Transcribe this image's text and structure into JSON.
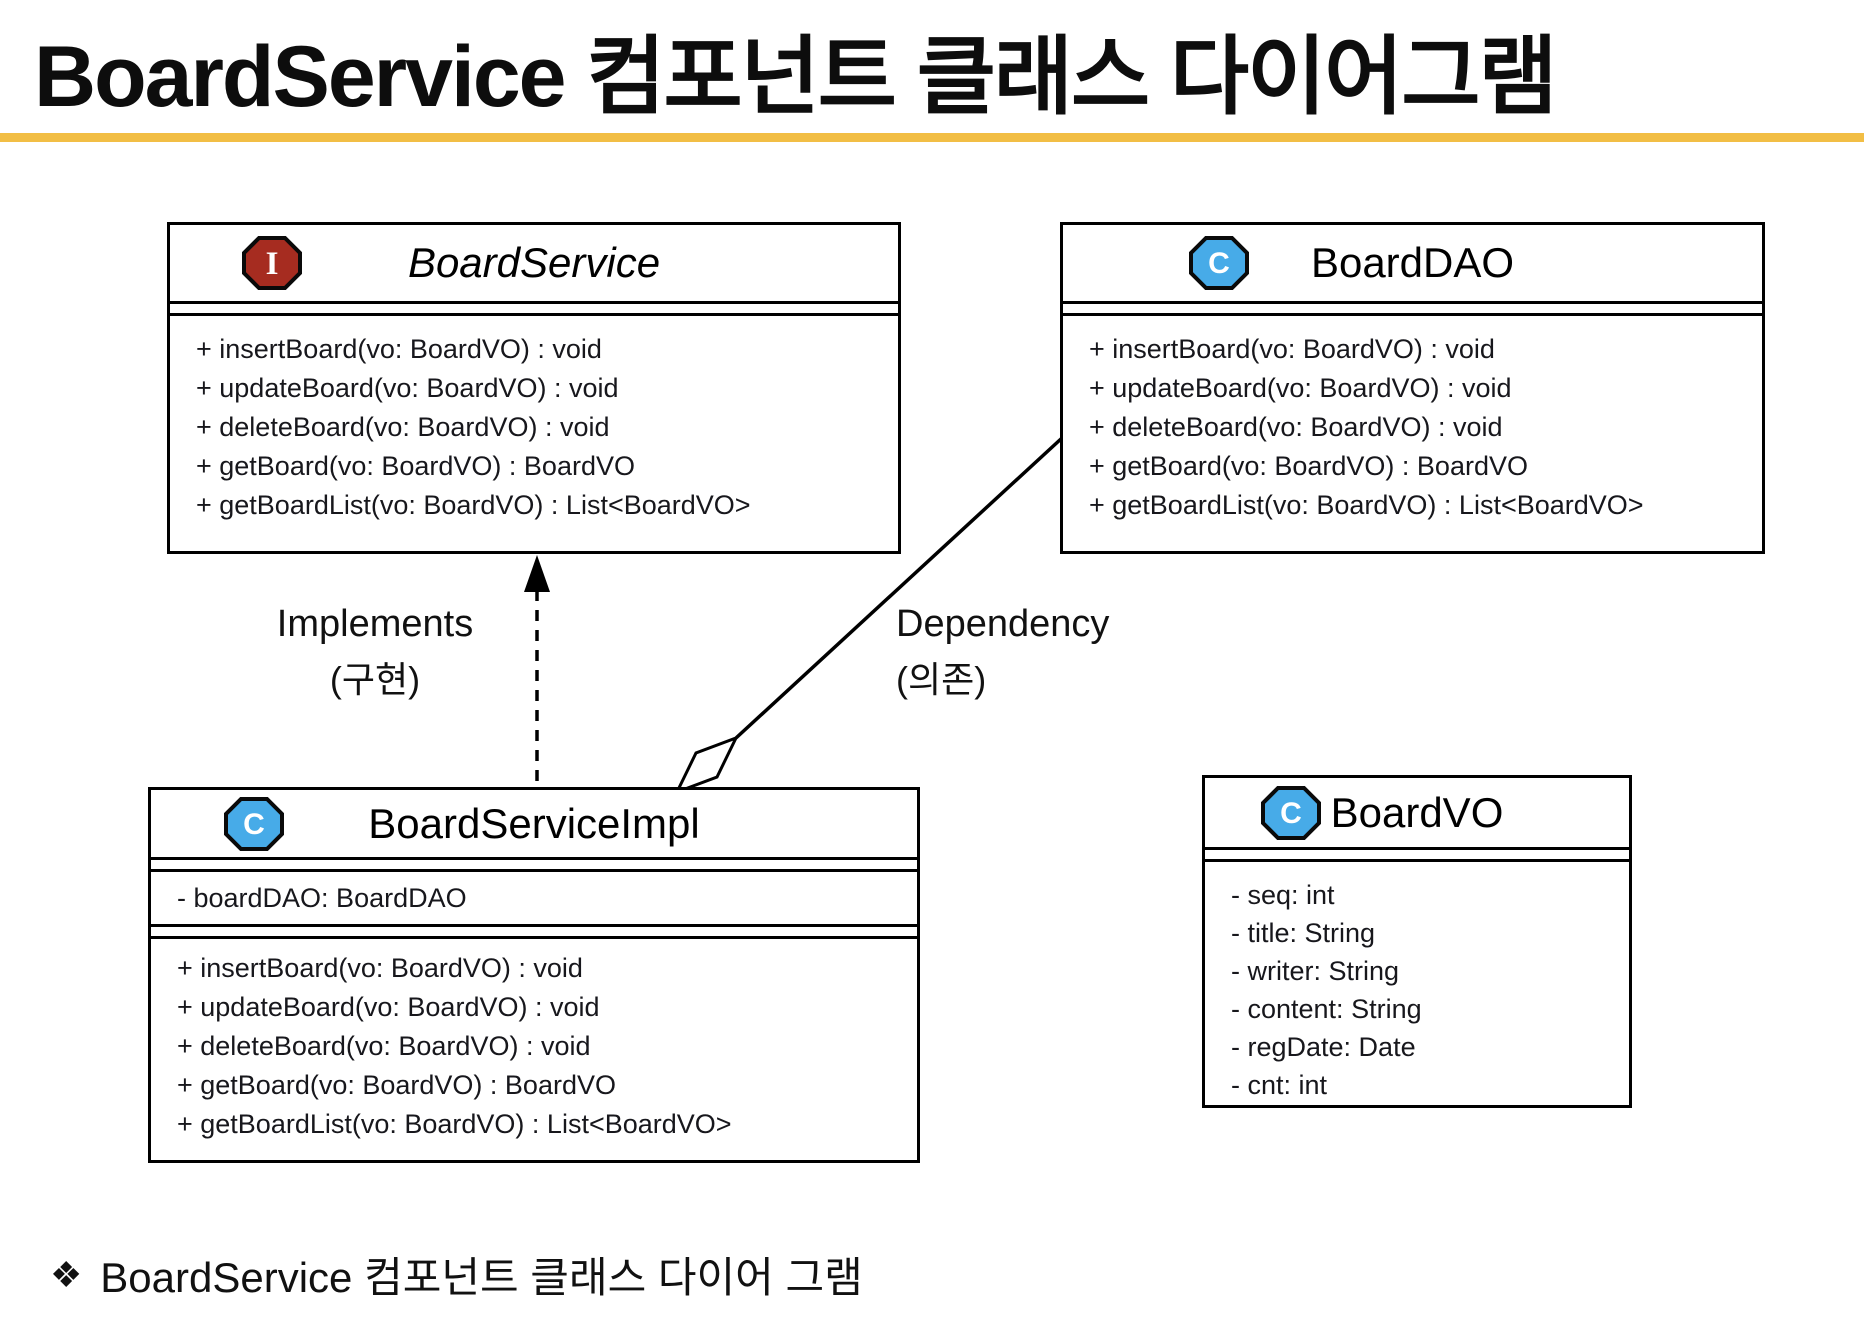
{
  "header": {
    "title": "BoardService 컴포넌트 클래스 다이어그램",
    "underline_color": "#F2BE45"
  },
  "icons": {
    "interface_letter": "I",
    "class_letter": "C",
    "interface_fill": "#A62C20",
    "class_fill": "#47ABE8"
  },
  "classes": {
    "board_service": {
      "kind": "interface",
      "name": "BoardService",
      "methods": [
        "+ insertBoard(vo: BoardVO) : void",
        "+ updateBoard(vo: BoardVO) : void",
        "+ deleteBoard(vo: BoardVO) : void",
        "+ getBoard(vo: BoardVO) : BoardVO",
        "+ getBoardList(vo: BoardVO) : List<BoardVO>"
      ]
    },
    "board_dao": {
      "kind": "class",
      "name": "BoardDAO",
      "methods": [
        "+ insertBoard(vo: BoardVO) : void",
        "+ updateBoard(vo: BoardVO) : void",
        "+ deleteBoard(vo: BoardVO) : void",
        "+ getBoard(vo: BoardVO) : BoardVO",
        "+ getBoardList(vo: BoardVO) : List<BoardVO>"
      ]
    },
    "board_service_impl": {
      "kind": "class",
      "name": "BoardServiceImpl",
      "attributes": [
        "- boardDAO: BoardDAO"
      ],
      "methods": [
        "+ insertBoard(vo: BoardVO) : void",
        "+ updateBoard(vo: BoardVO) : void",
        "+ deleteBoard(vo: BoardVO) : void",
        "+ getBoard(vo: BoardVO) : BoardVO",
        "+ getBoardList(vo: BoardVO) : List<BoardVO>"
      ]
    },
    "board_vo": {
      "kind": "class",
      "name": "BoardVO",
      "attributes": [
        "- seq: int",
        "- title: String",
        "- writer: String",
        "- content: String",
        "- regDate: Date",
        "- cnt: int"
      ]
    }
  },
  "relations": {
    "implements": {
      "label": "Implements",
      "sublabel": "(구현)"
    },
    "dependency": {
      "label": "Dependency",
      "sublabel": "(의존)"
    }
  },
  "footer": {
    "bullet": "❖",
    "text": "BoardService 컴포넌트 클래스 다이어 그램"
  }
}
